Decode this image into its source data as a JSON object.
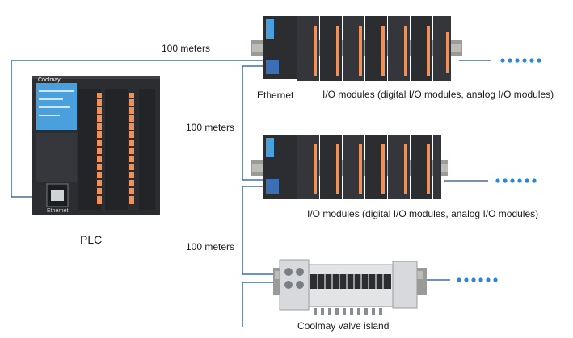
{
  "labels": {
    "dist1": "100 meters",
    "dist2": "100 meters",
    "dist3": "100 meters",
    "ethernet": "Ethernet",
    "io1": "I/O modules (digital I/O modules, analog I/O modules)",
    "io2": "I/O modules (digital I/O modules, analog I/O modules)",
    "plc": "PLC",
    "valve": "Coolmay valve island",
    "plc_port": "Ethernet",
    "plc_brand": "Coolmay"
  },
  "colors": {
    "cable": "#1f4f9f",
    "dots": "#2b86d6",
    "module_dark": "#2b2d31",
    "module_mid": "#3a3c41",
    "rail": "#9a9a96",
    "terminal": "#f0915a",
    "screen": "#4aa0dc",
    "valve_body": "#d7d9dc"
  },
  "icons": [
    "plc-unit",
    "io-rack",
    "valve-island",
    "continuation-dots"
  ]
}
